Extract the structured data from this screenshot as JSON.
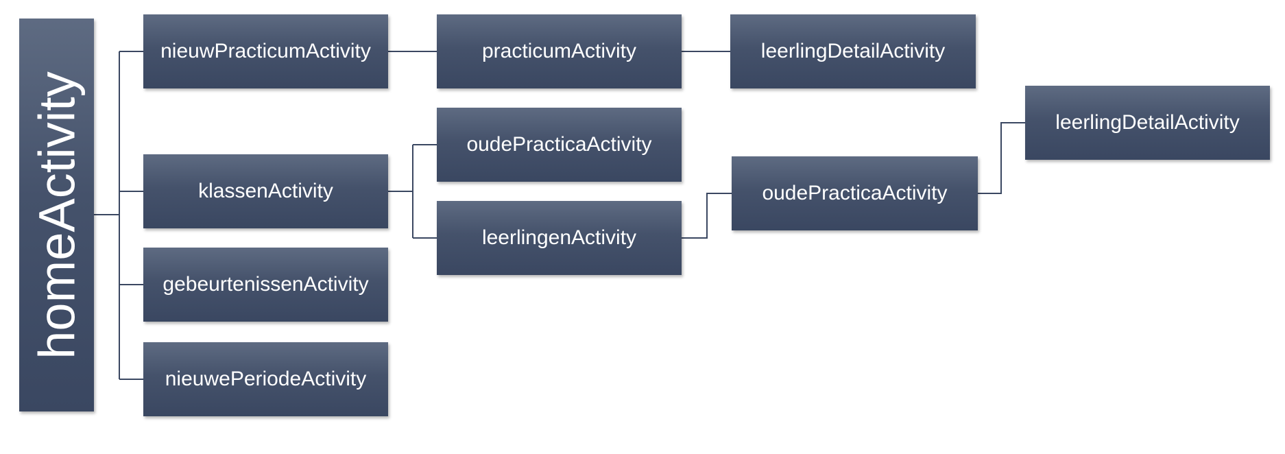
{
  "diagram": {
    "root": "homeActivity",
    "level1": {
      "nieuw_practicum": "nieuwPracticumActivity",
      "klassen": "klassenActivity",
      "gebeurtenissen": "gebeurtenissenActivity",
      "nieuwe_periode": "nieuwePeriodeActivity"
    },
    "level2": {
      "practicum": "practicumActivity",
      "oude_practica": "oudePracticaActivity",
      "leerlingen": "leerlingenActivity"
    },
    "level3": {
      "leerling_detail": "leerlingDetailActivity",
      "oude_practica": "oudePracticaActivity"
    },
    "level4": {
      "leerling_detail": "leerlingDetailActivity"
    },
    "colors": {
      "node_top": "#5e6b82",
      "node_bottom": "#3a4761",
      "connector": "#3a4761",
      "text": "#ffffff"
    }
  }
}
